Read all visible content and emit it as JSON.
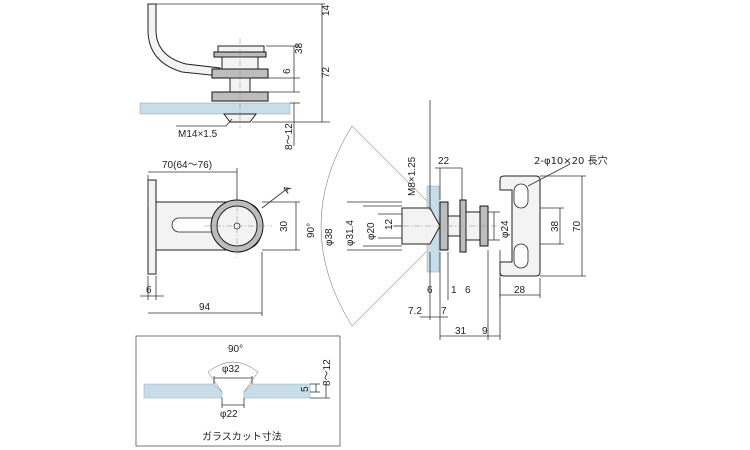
{
  "top_view": {
    "dims": {
      "top_offset": "14",
      "height_38": "38",
      "gap_6": "6",
      "total_72": "72",
      "thread": "M14×1.5",
      "glass_range": "8～12"
    }
  },
  "front_view": {
    "dims": {
      "arm_length": "70(64～76)",
      "height_30": "30",
      "section_mark": "A",
      "plate_thick": "6",
      "total_94": "94"
    }
  },
  "section_view": {
    "dims": {
      "thread": "M8×1.25",
      "angle": "90°",
      "dia_38": "φ38",
      "dia_31_4": "φ31.4",
      "dia_20": "φ20",
      "depth_12": "12",
      "width_22": "22",
      "gap_6": "6",
      "gap_1": "1",
      "offset_7_2": "7.2",
      "gap_7": "7",
      "length_31": "31",
      "length_9": "9"
    }
  },
  "side_view": {
    "dims": {
      "slot_note": "2-φ10×20 長穴",
      "dia_24": "φ24",
      "height_38": "38",
      "height_70": "70",
      "gap_6": "6",
      "width_28": "28"
    }
  },
  "glass_cut": {
    "title": "ガラスカット寸法",
    "dims": {
      "angle": "90°",
      "dia_32": "φ32",
      "depth_5": "5",
      "glass_range": "8～12",
      "dia_22": "φ22"
    }
  }
}
